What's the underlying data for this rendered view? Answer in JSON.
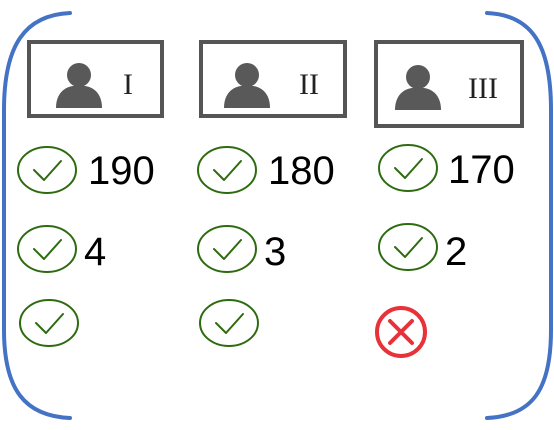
{
  "colors": {
    "bracket": "#4472C4",
    "box_border": "#555555",
    "person": "#595959",
    "check_stroke": "#2E6B10",
    "cross": "#E8323A"
  },
  "columns": [
    {
      "label": "I",
      "icon": "person-icon",
      "rows": [
        {
          "status": "check",
          "value": "190"
        },
        {
          "status": "check",
          "value": "4"
        },
        {
          "status": "check",
          "value": ""
        }
      ]
    },
    {
      "label": "II",
      "icon": "person-icon",
      "rows": [
        {
          "status": "check",
          "value": "180"
        },
        {
          "status": "check",
          "value": "3"
        },
        {
          "status": "check",
          "value": ""
        }
      ]
    },
    {
      "label": "III",
      "icon": "person-icon",
      "rows": [
        {
          "status": "check",
          "value": "170"
        },
        {
          "status": "check",
          "value": "2"
        },
        {
          "status": "cross",
          "value": ""
        }
      ]
    }
  ]
}
